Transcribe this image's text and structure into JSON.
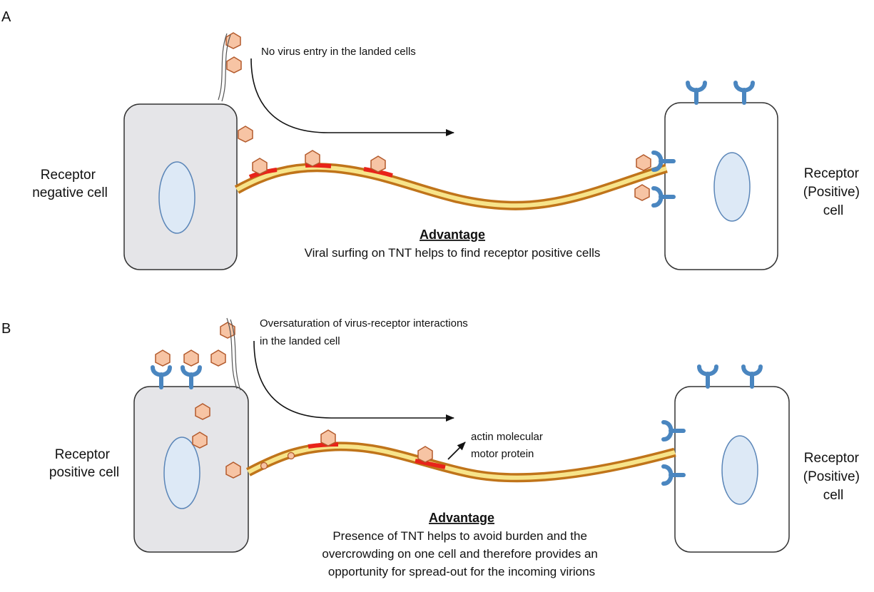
{
  "panel_a": {
    "letter": "A",
    "left_cell_label": [
      "Receptor",
      "negative cell"
    ],
    "right_cell_label": [
      "Receptor",
      "(Positive)",
      "cell"
    ],
    "note": "No virus entry in the landed cells",
    "advantage_title": "Advantage",
    "advantage_text": [
      "Viral surfing on TNT helps to find receptor positive cells"
    ]
  },
  "panel_b": {
    "letter": "B",
    "left_cell_label": [
      "Receptor",
      "positive cell"
    ],
    "right_cell_label": [
      "Receptor",
      "(Positive)",
      "cell"
    ],
    "note": [
      "Oversaturation  of virus-receptor  interactions",
      "in the landed cell"
    ],
    "motor_label": [
      "actin molecular",
      "motor  protein"
    ],
    "advantage_title": "Advantage",
    "advantage_text": [
      "Presence of TNT helps to avoid burden and the",
      "overcrowding on one cell and therefore provides an",
      "opportunity for spread-out for the incoming virions"
    ]
  },
  "colors": {
    "cell_fill_gray": "#e5e5e8",
    "cell_stroke": "#333333",
    "nucleus_fill": "#dde9f6",
    "nucleus_stroke": "#5b86b8",
    "tnt_outer": "#c0741a",
    "tnt_inner": "#f7e48a",
    "virus_fill": "#f7c4a4",
    "virus_stroke": "#b35a2c",
    "receptor": "#4a86c0",
    "motor_red": "#e8231a"
  }
}
